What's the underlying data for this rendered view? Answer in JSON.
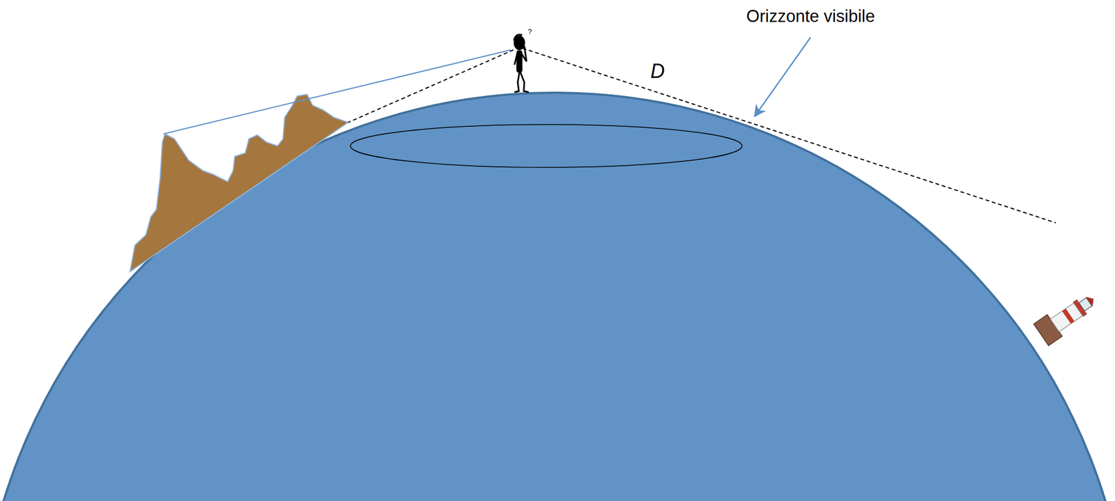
{
  "diagram": {
    "labels": [
      "Orizzonte visibile",
      "D",
      "?"
    ]
  }
}
